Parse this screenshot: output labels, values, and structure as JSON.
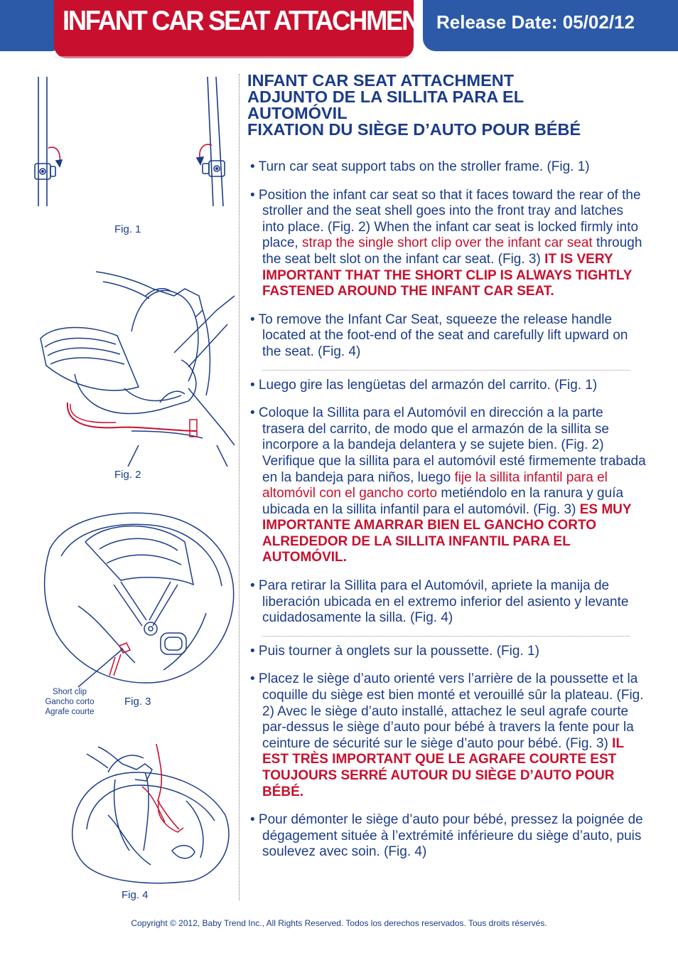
{
  "header": {
    "title": "INFANT CAR SEAT ATTACHMENT",
    "release": "Release Date: 05/02/12"
  },
  "heading": {
    "line1": "INFANT CAR SEAT ATTACHMENT",
    "line2": "ADJUNTO DE LA SILLITA PARA EL",
    "line3": "AUTOMÓVIL",
    "line4": "FIXATION DU SIÈGE D’AUTO POUR BÉBÉ"
  },
  "figures": {
    "fig1": "Fig. 1",
    "fig2": "Fig. 2",
    "fig3": "Fig. 3",
    "fig4": "Fig. 4",
    "clip_label_en": "Short clip",
    "clip_label_es": "Gancho corto",
    "clip_label_fr": "Agrafe courte"
  },
  "english": {
    "b1": "• Turn car seat support tabs on the stroller frame. (Fig. 1)",
    "b2_pre": "• Position the infant car seat so that it faces toward the rear of the stroller and the seat shell goes into the front tray and latches into place. (Fig. 2) When the infant car seat is locked firmly into place, ",
    "b2_red": "strap the single short clip over the infant car seat",
    "b2_mid": " through the seat belt slot on the infant car seat. (Fig. 3) ",
    "b2_warn": "IT IS VERY IMPORTANT THAT THE SHORT CLIP IS ALWAYS TIGHTLY FASTENED AROUND THE INFANT CAR SEAT.",
    "b3": "• To remove the Infant Car Seat, squeeze the release handle located at the foot-end of the seat and carefully lift upward on the seat. (Fig. 4)"
  },
  "spanish": {
    "b1": "• Luego gire las lengüetas del armazón del carrito. (Fig. 1)",
    "b2_pre": "• Coloque la Sillita para el Automóvil en dirección a la parte trasera del carrito, de modo que el armazón de la sillita se incorpore a la bandeja delantera y se sujete bien. (Fig. 2) Verifique que la sillita para el automóvil esté firmemente trabada en la bandeja para niños, luego ",
    "b2_red": "fije la sillita infantil para el altomóvil con el gancho corto",
    "b2_mid": " metiéndolo en la ranura y guía ubicada en la sillita infantil para el automóvil. (Fig. 3) ",
    "b2_warn": "ES MUY IMPORTANTE AMARRAR BIEN EL GANCHO CORTO ALREDEDOR DE LA SILLITA INFANTIL PARA EL AUTOMÓVIL.",
    "b3": "• Para retirar la Sillita para el Automóvil, apriete la manija de liberación ubicada en el extremo inferior del asiento y levante cuidadosamente la silla.  (Fig. 4)"
  },
  "french": {
    "b1": "• Puis tourner à onglets sur la poussette. (Fig. 1)",
    "b2_pre": "• Placez le siège d’auto orienté vers l’arrière de la poussette et la coquille du siège est bien monté et verouillé sûr la plateau. (Fig. 2) Avec le siège d’auto installé, attachez le seul agrafe courte par-dessus le siège d’auto pour bébé à travers la fente pour la ceinture de sécurité sur le siège d’auto pour bébé. (Fig. 3) ",
    "b2_warn": "IL EST TRÈS IMPORTANT QUE LE AGRAFE COURTE EST TOUJOURS SERRÉ AUTOUR DU SIÈGE D’AUTO POUR BÉBÉ.",
    "b3": "• Pour démonter le siège d’auto pour bébé, pressez la poignée de dégagement située à l’extrémité inférieure du siège d’auto, puis soulevez avec soin. (Fig. 4)"
  },
  "footer": "Copyright © 2012, Baby Trend Inc., All Rights Reserved. Todos los derechos reservados. Tous droits réservés.",
  "colors": {
    "red": "#c8102e",
    "blue": "#2c5aa8",
    "text": "#1b3c8a"
  }
}
